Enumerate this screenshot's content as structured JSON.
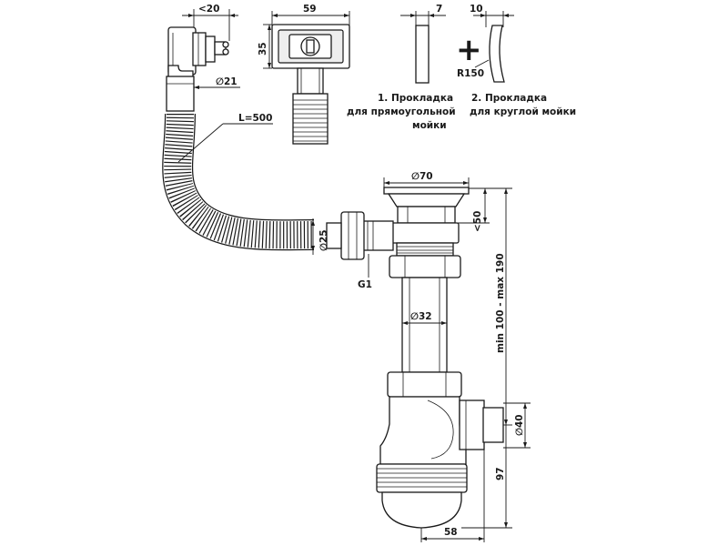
{
  "dimensions": {
    "overflow_depth": "<20",
    "overflow_grille_width": "59",
    "overflow_grille_height": "35",
    "gasket_1_thickness": "7",
    "gasket_2_thickness": "10",
    "gasket_2_radius": "R150",
    "overflow_outlet_diameter": "∅21",
    "hose_length": "L=500",
    "strainer_diameter": "∅70",
    "strainer_height": "<50",
    "hose_connector_diameter": "∅25",
    "connector_thread": "G1",
    "tube_diameter": "∅32",
    "height_range": "min 100 - max 190",
    "outlet_diameter": "∅40",
    "outlet_height": "97",
    "outlet_offset": "58"
  },
  "captions": {
    "gasket_1_line1": "1. Прокладка",
    "gasket_1_line2": "для прямоугольной",
    "gasket_1_line3": "мойки",
    "gasket_2_line1": "2. Прокладка",
    "gasket_2_line2": "для круглой мойки"
  },
  "symbols": {
    "plus": "+"
  }
}
